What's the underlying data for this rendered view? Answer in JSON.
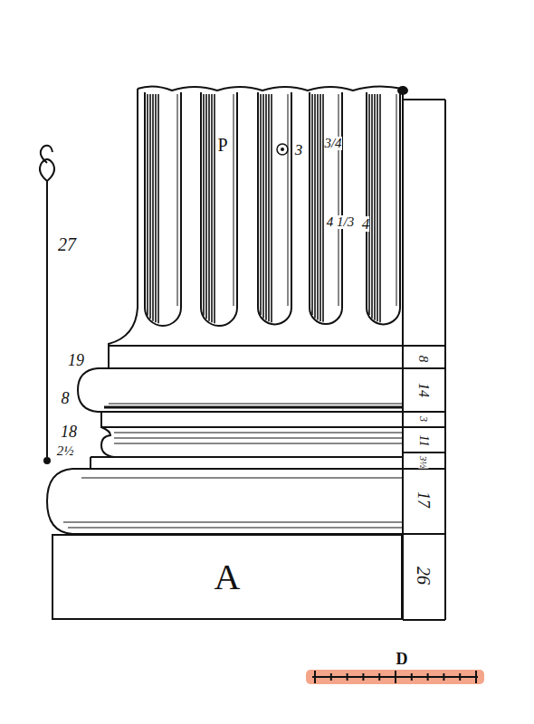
{
  "diagram": {
    "nodes": [
      {
        "text": [
          "A"
        ]
      }
    ],
    "labels": [
      "P",
      "3",
      "3/4",
      "4 1/3",
      "4",
      "27",
      "19",
      "8",
      "18",
      "2½",
      "8",
      "14",
      "3",
      "11",
      "3½",
      "17",
      "26",
      "D"
    ]
  }
}
